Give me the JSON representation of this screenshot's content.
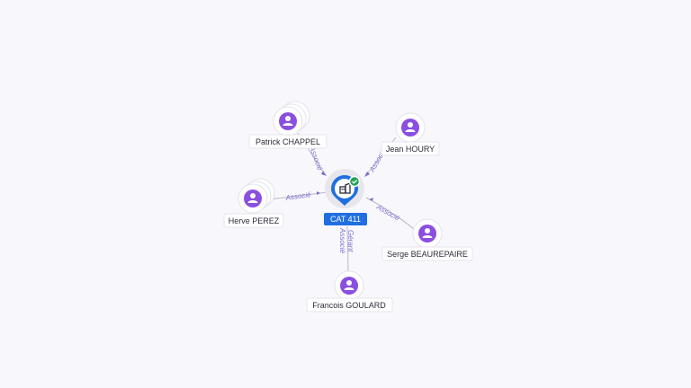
{
  "company": {
    "name": "CAT 411",
    "icon": "building-icon",
    "status_icon": "check-icon",
    "colors": {
      "pin": "#1f6fe0",
      "status": "#22a35a"
    }
  },
  "people": [
    {
      "id": "patrick",
      "name": "Patrick CHAPPEL",
      "relation": "Associé",
      "stacked": true
    },
    {
      "id": "jean",
      "name": "Jean HOURY",
      "relation": "Associé",
      "stacked": false
    },
    {
      "id": "herve",
      "name": "Herve PEREZ",
      "relation": "Associé",
      "stacked": true
    },
    {
      "id": "serge",
      "name": "Serge BEAUREPAIRE",
      "relation": "Associé",
      "stacked": false
    },
    {
      "id": "francois",
      "name": "Francois GOULARD",
      "relation": "Gérant\nAssocié",
      "stacked": false
    }
  ],
  "colors": {
    "person": "#8a4fe0",
    "edge_label": "#7c6fcf"
  }
}
